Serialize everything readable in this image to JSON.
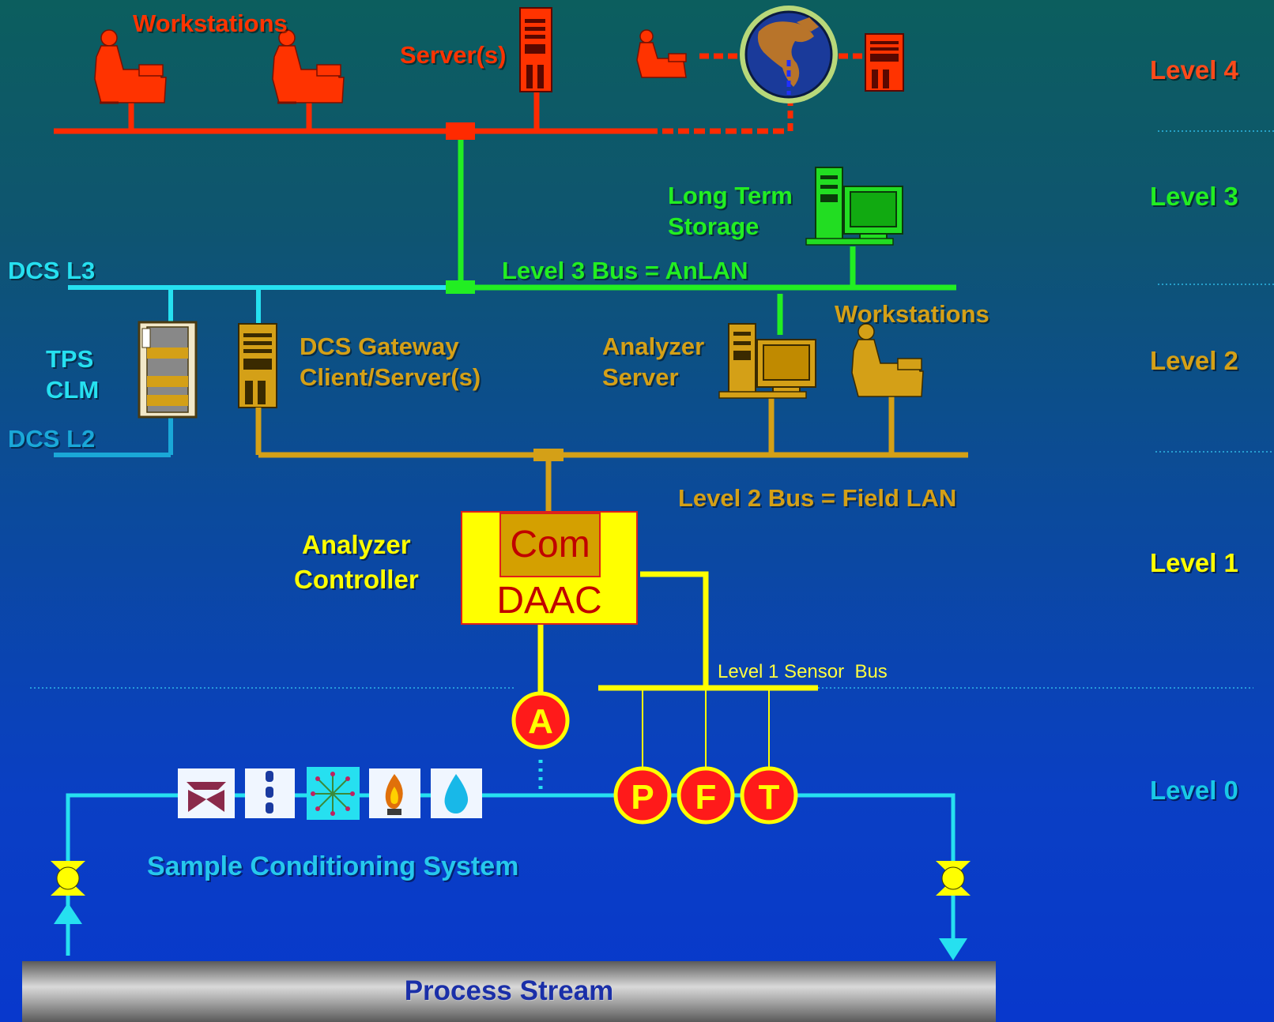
{
  "levels": {
    "level4": "Level 4",
    "level3": "Level 3",
    "level2": "Level 2",
    "level1": "Level 1",
    "level0": "Level 0"
  },
  "level4": {
    "workstations_label": "Workstations",
    "servers_label": "Server(s)"
  },
  "level3": {
    "long_term_storage_line1": "Long Term",
    "long_term_storage_line2": "Storage",
    "dcs_l3_label": "DCS L3",
    "bus_label": "Level 3 Bus = AnLAN"
  },
  "level2": {
    "tps_clm_line1": "TPS",
    "tps_clm_line2": "CLM",
    "dcs_l2_label": "DCS L2",
    "dcs_gateway_line1": "DCS Gateway",
    "dcs_gateway_line2": "Client/Server(s)",
    "analyzer_server_line1": "Analyzer",
    "analyzer_server_line2": "Server",
    "workstations_label": "Workstations",
    "bus_label": "Level 2 Bus = Field LAN"
  },
  "level1": {
    "controller_line1": "Analyzer",
    "controller_line2": "Controller",
    "com_label": "Com",
    "daac_label": "DAAC",
    "sensor_bus_label": "Level 1 Sensor  Bus"
  },
  "level0": {
    "sample_system_label": "Sample Conditioning System",
    "process_stream_label": "Process Stream",
    "analyzer_letter": "A",
    "sensors": [
      {
        "letter": "P"
      },
      {
        "letter": "F"
      },
      {
        "letter": "T"
      }
    ],
    "component_icons": [
      "valve-icon",
      "filter-icon",
      "sparkle-icon",
      "flame-icon",
      "water-drop-icon"
    ]
  },
  "colors": {
    "level4": "#ff3300",
    "level3": "#22ee22",
    "level2": "#d4a017",
    "level1": "#ffff00",
    "level0": "#19c8e6",
    "dcs": "#26e0f0",
    "dcs_l2": "#1aa8d8"
  }
}
